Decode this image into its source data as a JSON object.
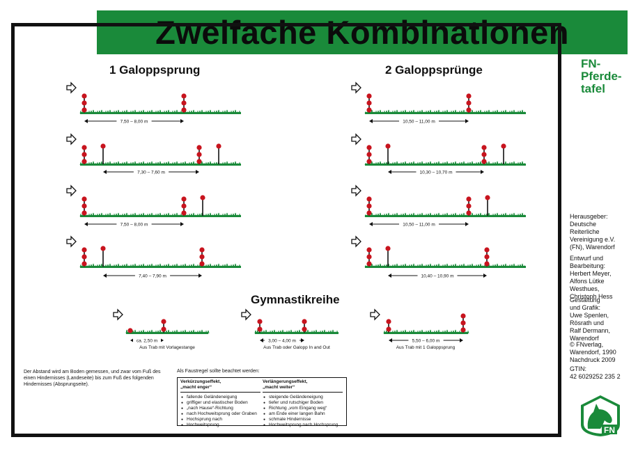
{
  "title": "Zweifache Kombinationen",
  "left_heading": "1 Galoppsprung",
  "right_heading": "2 Galoppsprünge",
  "gym_heading": "Gymnastikreihe",
  "left_distances": [
    "7,50 – 8,00 m",
    "7,30 – 7,60 m",
    "7,50 – 8,00 m",
    "7,40 – 7,90 m"
  ],
  "right_distances": [
    "10,50 – 11,00 m",
    "10,30 – 10,70 m",
    "10,50 – 11,00 m",
    "10,40 – 10,90 m"
  ],
  "gym": [
    {
      "distance": "ca. 2,50 m",
      "caption": "Aus Trab mit Vorlagestange"
    },
    {
      "distance": "3,00 – 4,00 m",
      "caption": "Aus Trab oder Galopp In and Out"
    },
    {
      "distance": "5,50 – 6,00 m",
      "caption": "Aus Trab mit 1 Galoppsprung"
    }
  ],
  "brand": [
    "FN-",
    "Pferde-",
    "tafel"
  ],
  "publisher": [
    "Herausgeber:",
    "Deutsche",
    "Reiterliche",
    "Vereinigung e.V.",
    "(FN), Warendorf"
  ],
  "design": [
    "Entwurf und",
    "Bearbeitung:",
    "Herbert Meyer,",
    "Alfons Lütke",
    "Westhues,",
    "Christoph Hess"
  ],
  "graphics": [
    "Gestaltung",
    "und Grafik:",
    "Uwe Spenlen,",
    "Rösrath und",
    "Ralf Dermann,",
    "Warendorf"
  ],
  "imprint": [
    "© FNverlag,",
    "Warendorf, 1990",
    "Nachdruck 2009"
  ],
  "gtin": [
    "GTIN:",
    "42 6029252 235 2"
  ],
  "note": "Der Abstand wird am Boden gemessen, und zwar vom Fuß des einen Hindernisses (Landeseite) bis zum Fuß des folgenden Hindernisses (Absprungseite).",
  "rule_intro": "Als Faustregel sollte beachtet werden:",
  "shorten": {
    "heading1": "Verkürzungseffekt,",
    "heading2": "„macht enger“",
    "items": [
      "fallende Geländeneigung",
      "griffiger und elastischer Boden",
      "„nach Hause“-Richtung",
      "nach Hochweitsprung oder Graben",
      "Hochsprung nach",
      "Hochweitsprung"
    ]
  },
  "lengthen": {
    "heading1": "Verlängerungseffekt,",
    "heading2": "„macht weiter“",
    "items": [
      "steigende Geländeneigung",
      "tiefer und rutschiger Boden",
      "Richtung „vom Eingang weg“",
      "am Ende einer langen Bahn",
      "schmale Hindernisse",
      "Hochweitsprung nach Hochsprung"
    ]
  },
  "logo_text": "FN",
  "colors": {
    "green": "#1a8a3a",
    "pole": "#c8141e",
    "black": "#111111"
  }
}
